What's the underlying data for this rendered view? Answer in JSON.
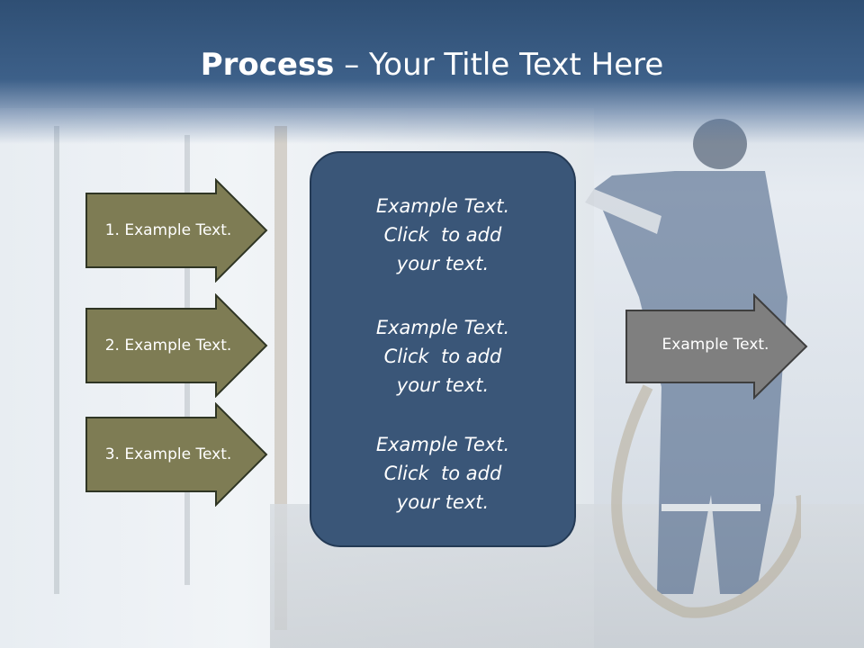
{
  "title": {
    "bold": "Process",
    "rest": " – Your Title Text Here"
  },
  "left_arrows": [
    {
      "label": "1. Example Text."
    },
    {
      "label": "2. Example Text."
    },
    {
      "label": "3. Example Text."
    }
  ],
  "center_blocks": [
    {
      "line1": "Example Text.",
      "line2": "Click  to add",
      "line3": "your text."
    },
    {
      "line1": "Example Text.",
      "line2": "Click  to add",
      "line3": "your text."
    },
    {
      "line1": "Example Text.",
      "line2": "Click  to add",
      "line3": "your text."
    }
  ],
  "right_arrow": {
    "label": "Example Text."
  },
  "colors": {
    "header": "#3d6089",
    "left_arrow_fill": "#7e7c54",
    "center_box_fill": "#3a5678",
    "right_arrow_fill": "#7f7f7f"
  }
}
